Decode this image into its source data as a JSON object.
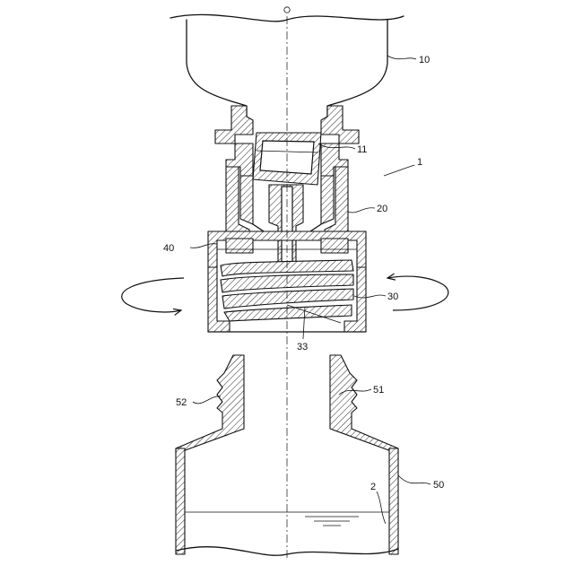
{
  "labels": {
    "l10": "10",
    "l11": "11",
    "l1": "1",
    "l20": "20",
    "l40": "40",
    "l30": "30",
    "l33": "33",
    "l52": "52",
    "l51": "51",
    "l50": "50",
    "l2": "2",
    "axis_mark": "O"
  }
}
